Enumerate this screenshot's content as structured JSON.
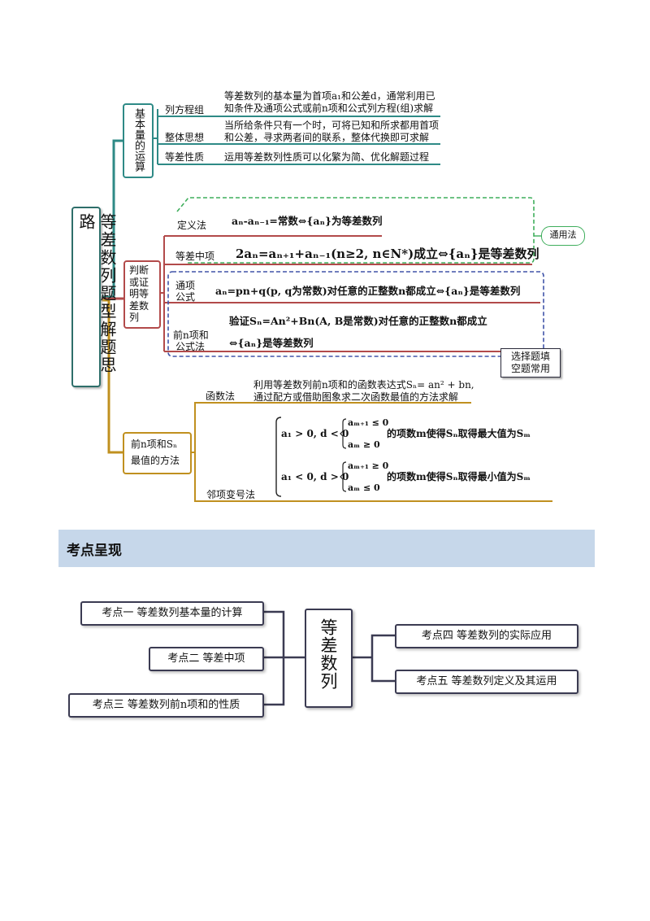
{
  "mindmap": {
    "root": "等差数列题型解题思路",
    "branch1": {
      "label": "基本量的运算",
      "items": [
        {
          "name": "列方程组",
          "line1": "等差数列的基本量为首项a₁和公差d，通常利用已",
          "line2": "知条件及通项公式或前n项和公式列方程(组)求解"
        },
        {
          "name": "整体思想",
          "line1": "当所给条件只有一个时，可将已知和所求都用首项",
          "line2": "和公差，寻求两者间的联系，整体代换即可求解"
        },
        {
          "name": "等差性质",
          "line1": "运用等差数列性质可以化繁为简、优化解题过程",
          "line2": ""
        }
      ]
    },
    "branch2": {
      "label": "判断或证明等差数列",
      "def_name": "定义法",
      "def_formula": "aₙ-aₙ₋₁=常数⇔{aₙ}为等差数列",
      "mid_name": "等差中项",
      "mid_formula": "2aₙ=aₙ₊₁+aₙ₋₁(n≥2, n∈N*)成立⇔{aₙ}是等差数列",
      "gen_name1": "通项",
      "gen_name2": "公式",
      "gen_formula": "aₙ=pn+q(p, q为常数)对任意的正整数n都成立⇔{aₙ}是等差数列",
      "sum_name1": "前n项和",
      "sum_name2": "公式法",
      "sum_formula1": "验证Sₙ=An²+Bn(A, B是常数)对任意的正整数n都成立",
      "sum_formula2": "⇔{aₙ}是等差数列",
      "general_note": "通用法",
      "choice_note1": "选择题填",
      "choice_note2": "空题常用"
    },
    "branch3": {
      "label1": "前n项和Sₙ",
      "label2": "最值的方法",
      "func_name": "函数法",
      "func_line1": "利用等差数列前n项和的函数表达式Sₙ= an² + bn,",
      "func_line2": "通过配方或借助图象求二次函数最值的方法求解",
      "adj_name": "邻项变号法",
      "case1_cond": "a₁ > 0,  d < 0",
      "case1_top": "aₘ₊₁ ≤ 0",
      "case1_bot": "aₘ ≥ 0",
      "case1_result": "的项数m使得Sₙ取得最大值为Sₘ",
      "case2_cond": "a₁ < 0,  d > 0",
      "case2_top": "aₘ₊₁ ≥ 0",
      "case2_bot": "aₘ ≤ 0",
      "case2_result": "的项数m使得Sₙ取得最小值为Sₘ"
    }
  },
  "section": {
    "title": "考点呈现"
  },
  "kaodian": {
    "center": "等差数列",
    "left": [
      "考点一  等差数列基本量的计算",
      "考点二  等差中项",
      "考点三  等差数列前n项和的性质"
    ],
    "right": [
      "考点四  等差数列的实际应用",
      "考点五  等差数列定义及其运用"
    ]
  },
  "colors": {
    "teal": "#2e8a86",
    "brown": "#c0901f",
    "red": "#b24a4a",
    "green_dash": "#3fae5c",
    "blue_dash": "#4054a8",
    "section_bg": "#c6d7ea"
  }
}
